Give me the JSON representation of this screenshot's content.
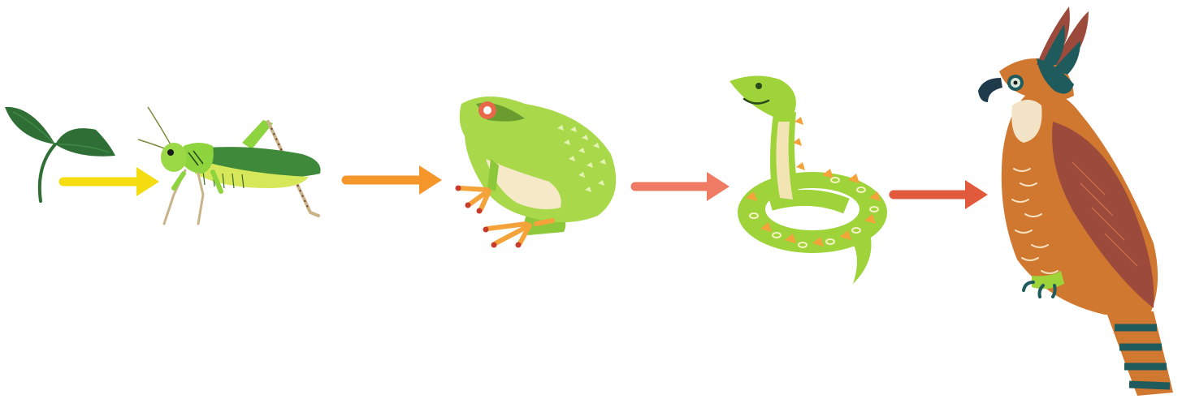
{
  "diagram": {
    "type": "food-chain",
    "nodes": [
      {
        "id": "plant",
        "icon": "leaf-sprout-icon"
      },
      {
        "id": "grasshopper",
        "icon": "grasshopper-icon"
      },
      {
        "id": "frog",
        "icon": "frog-icon"
      },
      {
        "id": "snake",
        "icon": "snake-icon"
      },
      {
        "id": "hawk",
        "icon": "hawk-eagle-icon"
      }
    ],
    "arrows": [
      {
        "from": "plant",
        "to": "grasshopper",
        "color": "#f4dc10"
      },
      {
        "from": "grasshopper",
        "to": "frog",
        "color": "#f4962a"
      },
      {
        "from": "frog",
        "to": "snake",
        "color": "#ef7b64"
      },
      {
        "from": "snake",
        "to": "hawk",
        "color": "#e25a3c"
      }
    ],
    "colors": {
      "background": "#ffffff",
      "leaf": "#2f6f35",
      "grasshopper": "#8ed43f",
      "frog": "#a9d94a",
      "snake": "#9fd33a",
      "hawk_body": "#d07830",
      "hawk_wing": "#9c4a3c",
      "hawk_teal": "#1f5a5c"
    }
  }
}
